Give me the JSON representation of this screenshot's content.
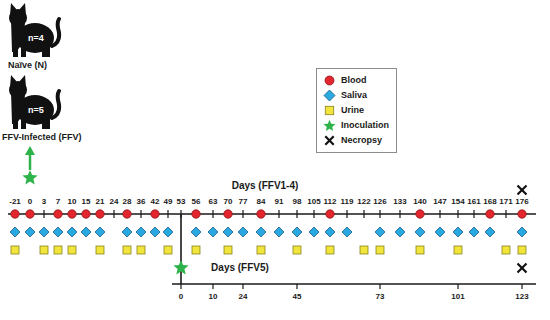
{
  "diagram": {
    "nodes": [
      {
        "text": [
          "n=4",
          "Naïve (N)"
        ]
      },
      {
        "text": [
          "n=5",
          "FFV-Infected (FFV)"
        ]
      }
    ],
    "labels": [
      "Days (FFV1-4)",
      "-21",
      "0",
      "3",
      "7",
      "10",
      "15",
      "21",
      "24",
      "28",
      "36",
      "42",
      "49",
      "53",
      "56",
      "63",
      "70",
      "77",
      "84",
      "91",
      "98",
      "105",
      "112",
      "119",
      "122",
      "126",
      "133",
      "140",
      "147",
      "154",
      "161",
      "168",
      "171",
      "176",
      "Days (FFV5)",
      "0",
      "10",
      "24",
      "45",
      "73",
      "101",
      "123"
    ],
    "legend": [
      {
        "text": "Blood"
      },
      {
        "text": "Saliva"
      },
      {
        "text": "Urine"
      },
      {
        "text": "Inoculation"
      },
      {
        "text": "Necropsy"
      }
    ]
  }
}
